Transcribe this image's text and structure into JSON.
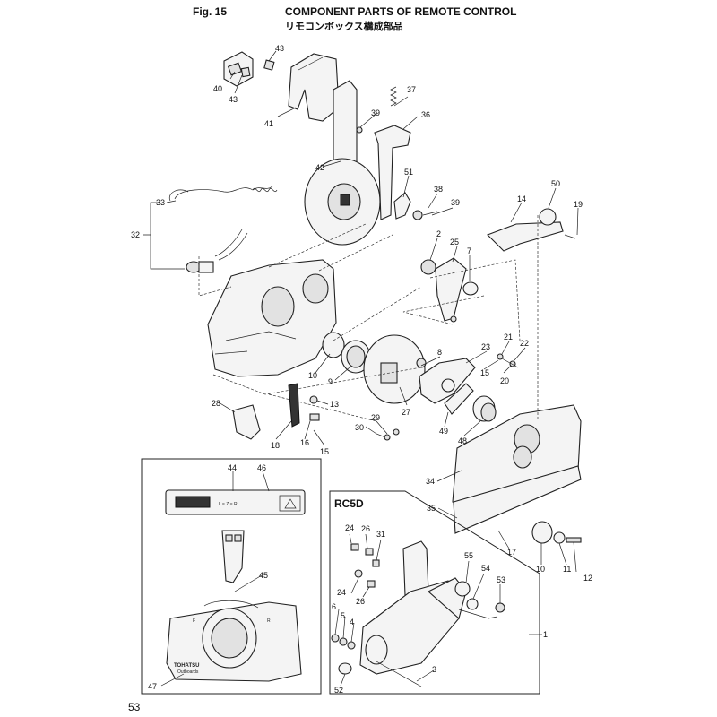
{
  "header": {
    "figure": "Fig. 15",
    "title": "COMPONENT PARTS OF REMOTE CONTROL",
    "subtitle": "リモコンボックス構成部品"
  },
  "page_number": "53",
  "variant_label": "RC5D",
  "decal": {
    "brand": "TOHATSU",
    "sub": "Outboards",
    "f_mark": "F",
    "r_mark": "R"
  },
  "callouts": [
    "43",
    "43",
    "40",
    "41",
    "39",
    "37",
    "36",
    "42",
    "51",
    "38",
    "39",
    "14",
    "50",
    "19",
    "33",
    "32",
    "2",
    "25",
    "7",
    "10",
    "9",
    "8",
    "23",
    "21",
    "22",
    "15",
    "20",
    "13",
    "27",
    "28",
    "29",
    "30",
    "49",
    "48",
    "18",
    "16",
    "15",
    "34",
    "35",
    "17",
    "10",
    "11",
    "12",
    "44",
    "46",
    "45",
    "47",
    "24",
    "26",
    "31",
    "55",
    "54",
    "53",
    "24",
    "26",
    "6",
    "5",
    "4",
    "1",
    "3",
    "52"
  ]
}
